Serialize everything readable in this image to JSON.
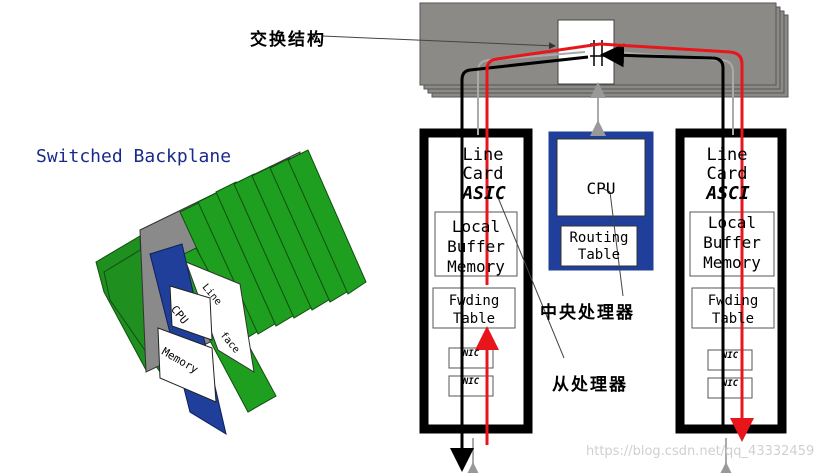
{
  "labels": {
    "switch_fabric": "交换结构",
    "switched_backplane": "Switched Backplane",
    "central_processor": "中央处理器",
    "slave_processor": "从处理器",
    "watermark": "https://blog.csdn.net/qq_43332459"
  },
  "left_card": {
    "line1": "Line",
    "line2": "Card",
    "asic": "ASIC",
    "buffer1": "Local",
    "buffer2": "Buffer",
    "buffer3": "Memory",
    "fwd1": "Fwding",
    "fwd2": "Table",
    "nic1": "NIC",
    "nic2": "NIC"
  },
  "center_card": {
    "cpu": "CPU",
    "routing1": "Routing",
    "routing2": "Table"
  },
  "right_card": {
    "line1": "Line",
    "line2": "Card",
    "asic": "ASCI",
    "buffer1": "Local",
    "buffer2": "Buffer",
    "buffer3": "Memory",
    "fwd1": "Fwding",
    "fwd2": "Table",
    "nic1": "NIC",
    "nic2": "NIC"
  },
  "backplane_card": {
    "cpu": "CPU",
    "memory": "Memory",
    "interface_fragment1": "Line",
    "interface_fragment2": "face"
  },
  "colors": {
    "board_green": "#1f8f1f",
    "blue_border": "#1f3f9a",
    "fabric_gray": "#8c8a87",
    "red_path": "#e8151b",
    "label_blue": "#1a2a8a"
  }
}
